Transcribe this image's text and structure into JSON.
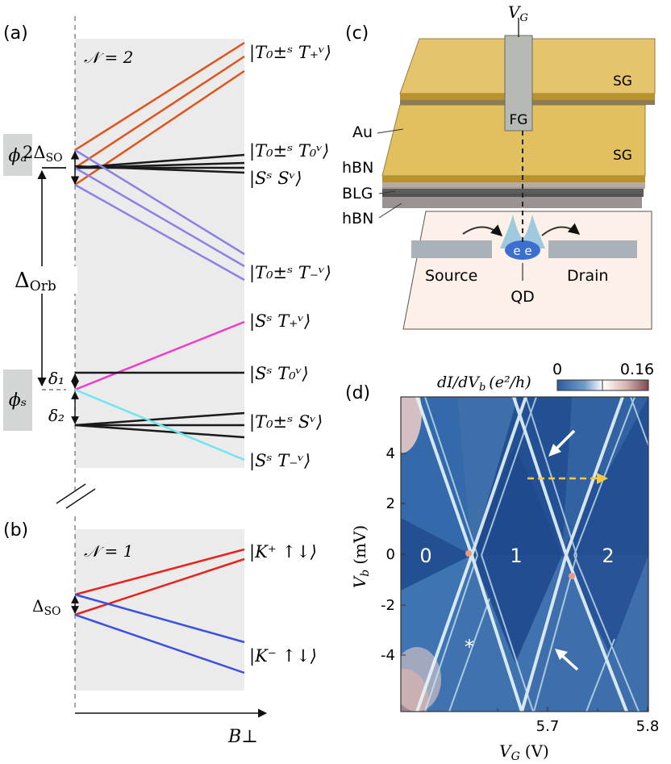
{
  "panels": {
    "a": {
      "label": "(a)",
      "n_label": "𝒩 = 2",
      "states": [
        "|T₀±ˢ T₊ᵛ⟩",
        "|T₀±ˢ T₀ᵛ⟩",
        "|Sˢ Sᵛ⟩",
        "|T₀±ˢ T₋ᵛ⟩",
        "|Sˢ T₊ᵛ⟩",
        "|Sˢ T₀ᵛ⟩",
        "|T₀±ˢ Sᵛ⟩",
        "|Sˢ T₋ᵛ⟩"
      ],
      "phi_a": "ϕₐ",
      "phi_s": "ϕₛ",
      "delta_so2": "2Δ",
      "delta_so2_sub": "SO",
      "delta_orb": "Δ",
      "delta_orb_sub": "Orb",
      "delta1": "δ₁",
      "delta2": "δ₂",
      "line_colors": {
        "orange": "#e0541c",
        "black": "#1a1a1a",
        "purple": "#8c82e6",
        "magenta": "#f03cc8",
        "cyan": "#6fe6ef"
      }
    },
    "b": {
      "label": "(b)",
      "n_label": "𝒩 = 1",
      "states": [
        "|K⁺ ↑↓⟩",
        "|K⁻ ↑↓⟩"
      ],
      "delta_so": "Δ",
      "delta_so_sub": "SO",
      "axis_label": "B⊥",
      "line_colors": {
        "red": "#e8231d",
        "blue": "#3b4fe0"
      }
    },
    "c": {
      "label": "(c)",
      "vg": "V",
      "vg_sub": "G",
      "layers": [
        "Au",
        "hBN",
        "BLG",
        "hBN"
      ],
      "sg": "SG",
      "fg": "FG",
      "source": "Source",
      "drain": "Drain",
      "qd": "QD",
      "electrons": "e e"
    },
    "d": {
      "label": "(d)",
      "colorbar_label": "dI/dV",
      "colorbar_label_sub": "b",
      "colorbar_units": "(e²/h)",
      "colorbar_min": "0",
      "colorbar_max": "0.16",
      "ylabel": "V",
      "ylabel_sub": "b",
      "ylabel_units": "(mV)",
      "xlabel": "V",
      "xlabel_sub": "G",
      "xlabel_units": "(V)",
      "x_ticks": [
        "5.7",
        "5.8"
      ],
      "y_ticks": [
        "4",
        "2",
        "0",
        "-2",
        "-4"
      ],
      "occupation_labels": [
        "0",
        "1",
        "2"
      ],
      "asterisk": "*"
    }
  }
}
